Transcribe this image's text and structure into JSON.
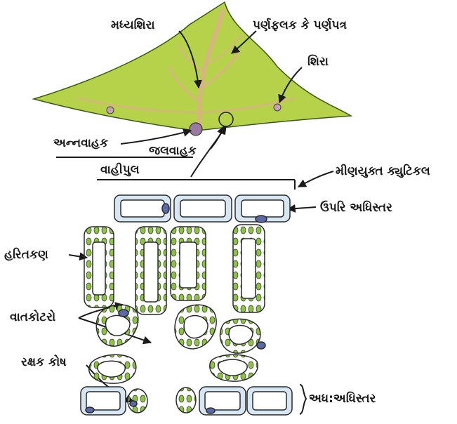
{
  "labels": {
    "midrib": "મધ્યશિરા",
    "lamina": "પર્ણફલક કે પર્ણપત્ર",
    "vein": "શિરા",
    "phloem": "અન્નવાહક",
    "xylem": "જલવાહક",
    "vascular_bundle": "વાહીપુલ",
    "waxy_cuticle": "મીણયુક્ત ક્યુટિકલ",
    "upper_epidermis": "ઉપરિ અધિસ્તર",
    "chloroplast": "હરિતકણ",
    "air_spaces": "વાતકોટરો",
    "guard_cell": "રક્ષક કોષ",
    "lower_epidermis": "અધ:અધિસ્તર"
  },
  "colors": {
    "leaf_fill": "#b5d24a",
    "leaf_vein": "#d8b482",
    "cell_fill": "#d6e6f2",
    "cell_outline": "#2a2a2a",
    "chloroplast": "#8fc04a",
    "nucleus": "#5a6aa8"
  }
}
